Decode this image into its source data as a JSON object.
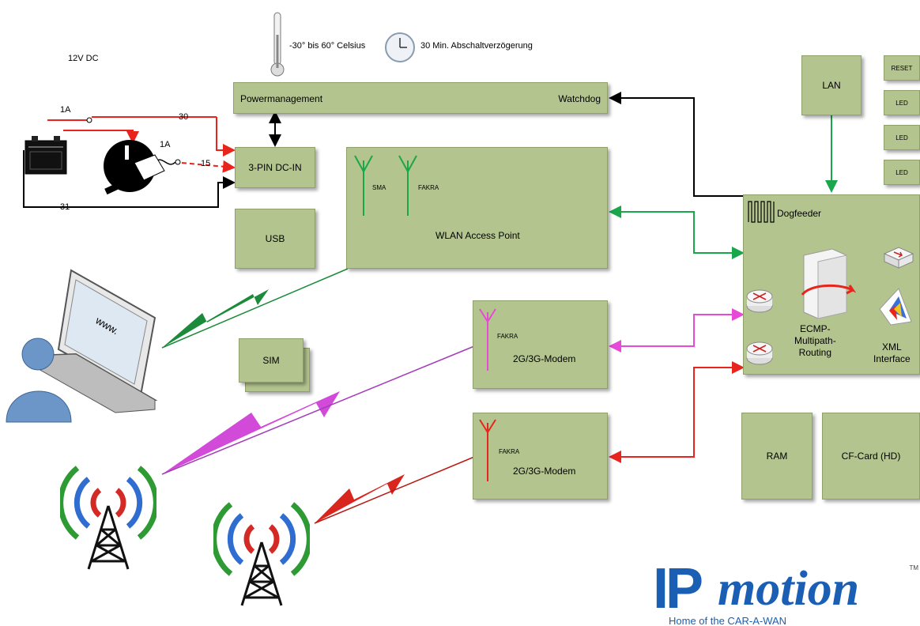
{
  "power": {
    "supply_label": "12V DC",
    "fuse_1": "1A",
    "fuse_2": "1A",
    "wire_30": "30",
    "wire_15": "15",
    "wire_31": "31",
    "temperature": "-30° bis 60° Celsius",
    "shutdown_delay": "30 Min. Abschaltverzögerung"
  },
  "blocks": {
    "powermanagement": "Powermanagement",
    "watchdog": "Watchdog",
    "dc_in": "3-PIN DC-IN",
    "usb": "USB",
    "wlan": "WLAN Access Point",
    "wlan_ant_1": "SMA",
    "wlan_ant_2": "FAKRA",
    "sim": "SIM",
    "modem_1": "2G/3G-Modem",
    "modem_1_ant": "FAKRA",
    "modem_2": "2G/3G-Modem",
    "modem_2_ant": "FAKRA",
    "lan": "LAN",
    "reset": "RESET",
    "led_1": "LED",
    "led_2": "LED",
    "led_3": "LED",
    "dogfeeder": "Dogfeeder",
    "ecmp": "ECMP-\nMultipath-\nRouting",
    "xml": "XML\nInterface",
    "ram": "RAM",
    "cf_card": "CF-Card (HD)",
    "laptop_screen": "www."
  },
  "logo": {
    "brand_ip": "IP",
    "brand_motion": "motion",
    "tagline": "Home of the CAR-A-WAN",
    "tm": "TM"
  },
  "colors": {
    "box_fill": "#b4c48f",
    "red": "#e8251c",
    "green": "#1aa64a",
    "magenta": "#e84ad8",
    "black": "#000000",
    "logo_blue": "#1a5fb4"
  }
}
